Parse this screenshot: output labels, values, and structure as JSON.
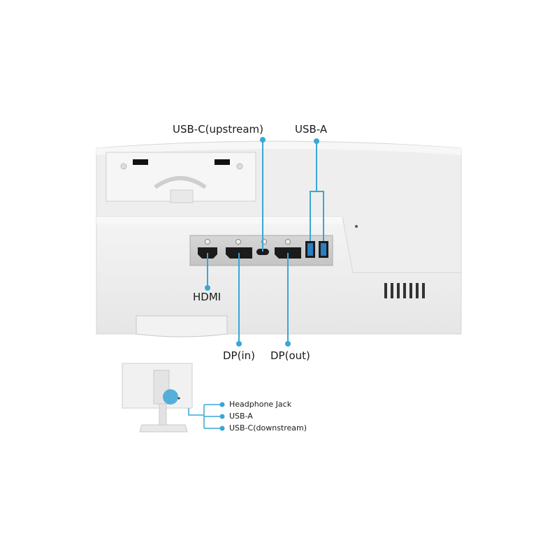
{
  "accent_color": "#3aa6d6",
  "main_labels": {
    "usb_c_upstream": "USB-C(upstream)",
    "usb_a": "USB-A",
    "hdmi": "HDMI",
    "dp_in": "DP(in)",
    "dp_out": "DP(out)"
  },
  "side_labels": [
    "Headphone Jack",
    "USB-A",
    "USB-C(downstream)"
  ]
}
